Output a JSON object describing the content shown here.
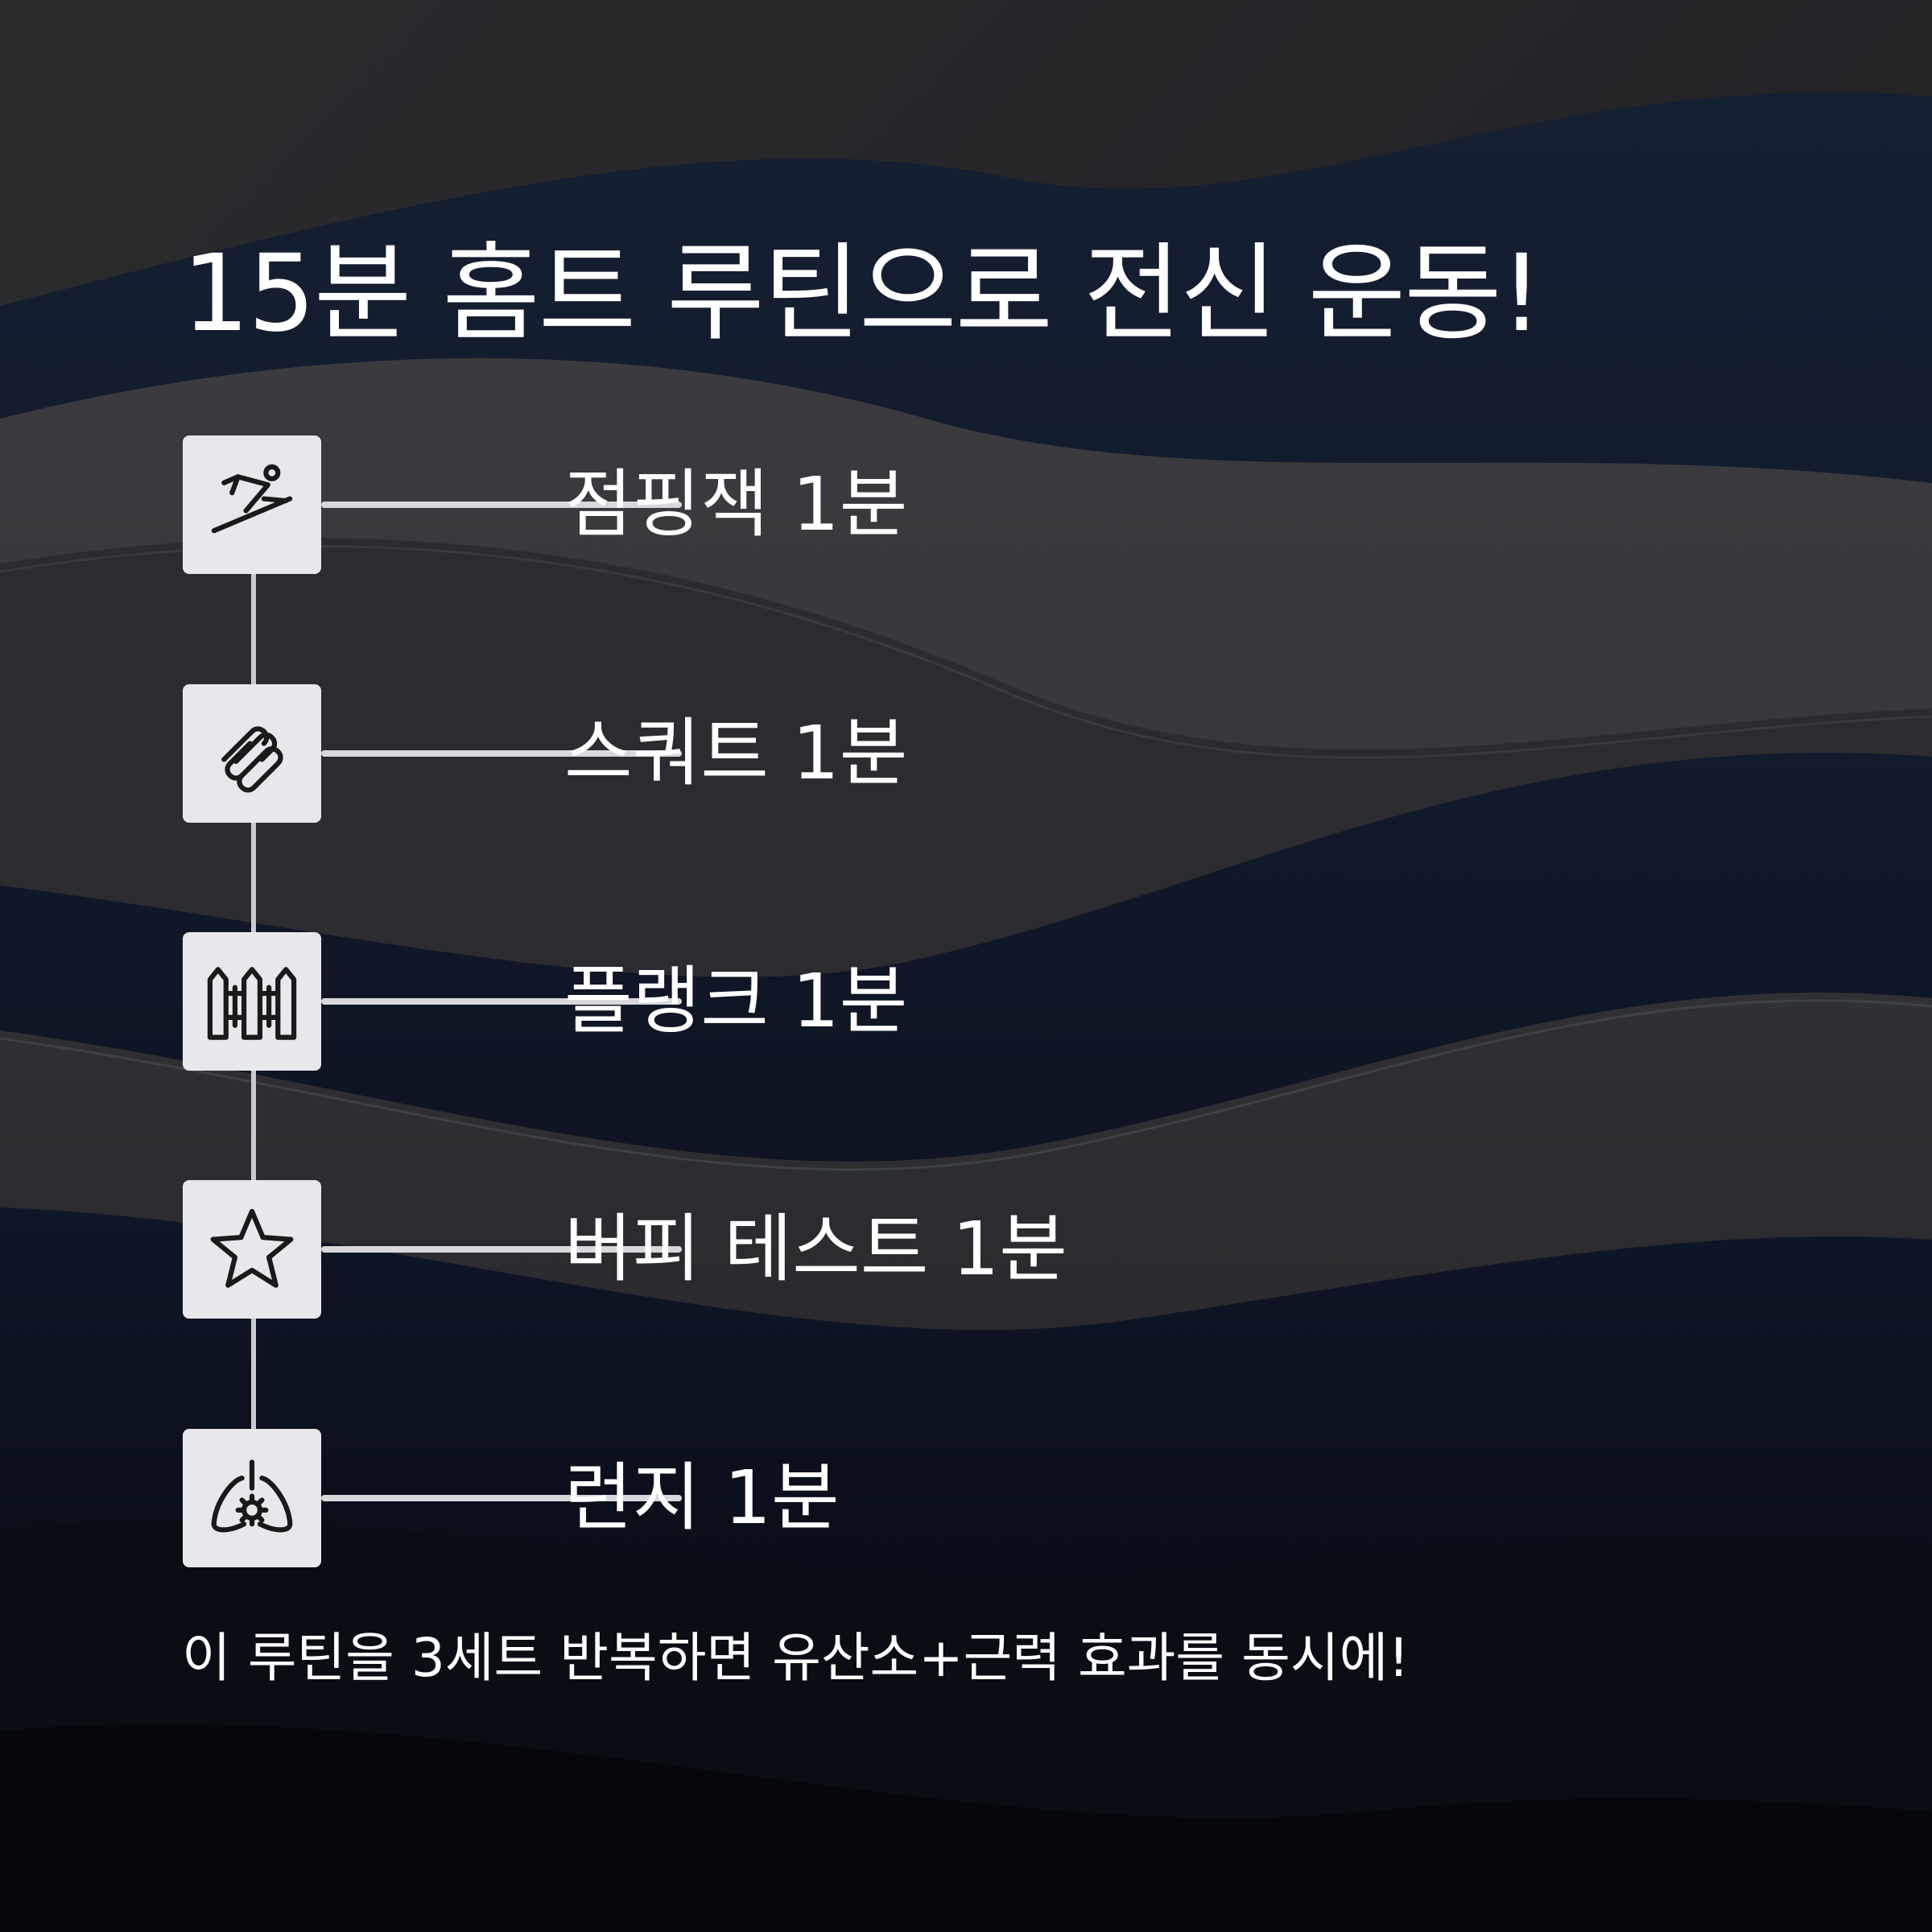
{
  "title": "15분 홈트 루틴으로 전신 운동!",
  "steps": [
    {
      "icon": "jumping-jack-icon",
      "label": "점핑잭 1분"
    },
    {
      "icon": "squat-icon",
      "label": "스쿼트 1분"
    },
    {
      "icon": "plank-icon",
      "label": "플랭크 1분"
    },
    {
      "icon": "star-icon",
      "label": "버피 테스트 1분"
    },
    {
      "icon": "lungs-icon",
      "label": "런지 1분"
    }
  ],
  "footer": "이 루틴을 3세트 반복하면 유산소+근력 효과를 동시에!",
  "colors": {
    "background": "#1e1f21",
    "text": "#ffffff",
    "icon_box": "#e7e8ec",
    "connector": "#d7d8dc",
    "icon_stroke": "#1a1a1a",
    "wave_navy": "#0d1628"
  }
}
